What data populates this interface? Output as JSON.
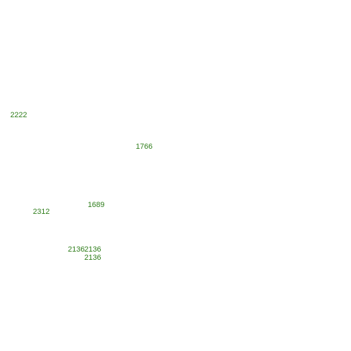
{
  "label_color": "#2e7d1a",
  "labels": [
    {
      "text": "2222"
    },
    {
      "text": "1766"
    },
    {
      "text": "1689"
    },
    {
      "text": "2312"
    },
    {
      "text": "2136"
    },
    {
      "text": "2136"
    },
    {
      "text": "2136"
    }
  ]
}
